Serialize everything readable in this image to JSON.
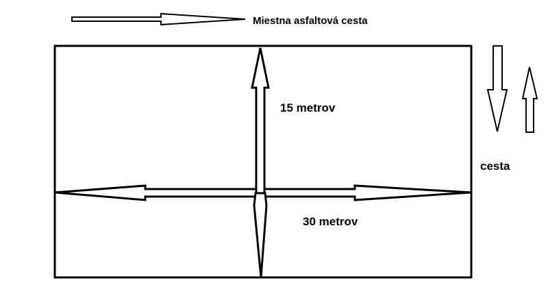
{
  "labels": {
    "road_top": "Miestna asfaltová cesta",
    "road_right": "cesta",
    "vertical_dimension": "15 metrov",
    "horizontal_dimension": "30 metrov"
  },
  "colors": {
    "stroke": "#000000",
    "background": "#ffffff"
  }
}
